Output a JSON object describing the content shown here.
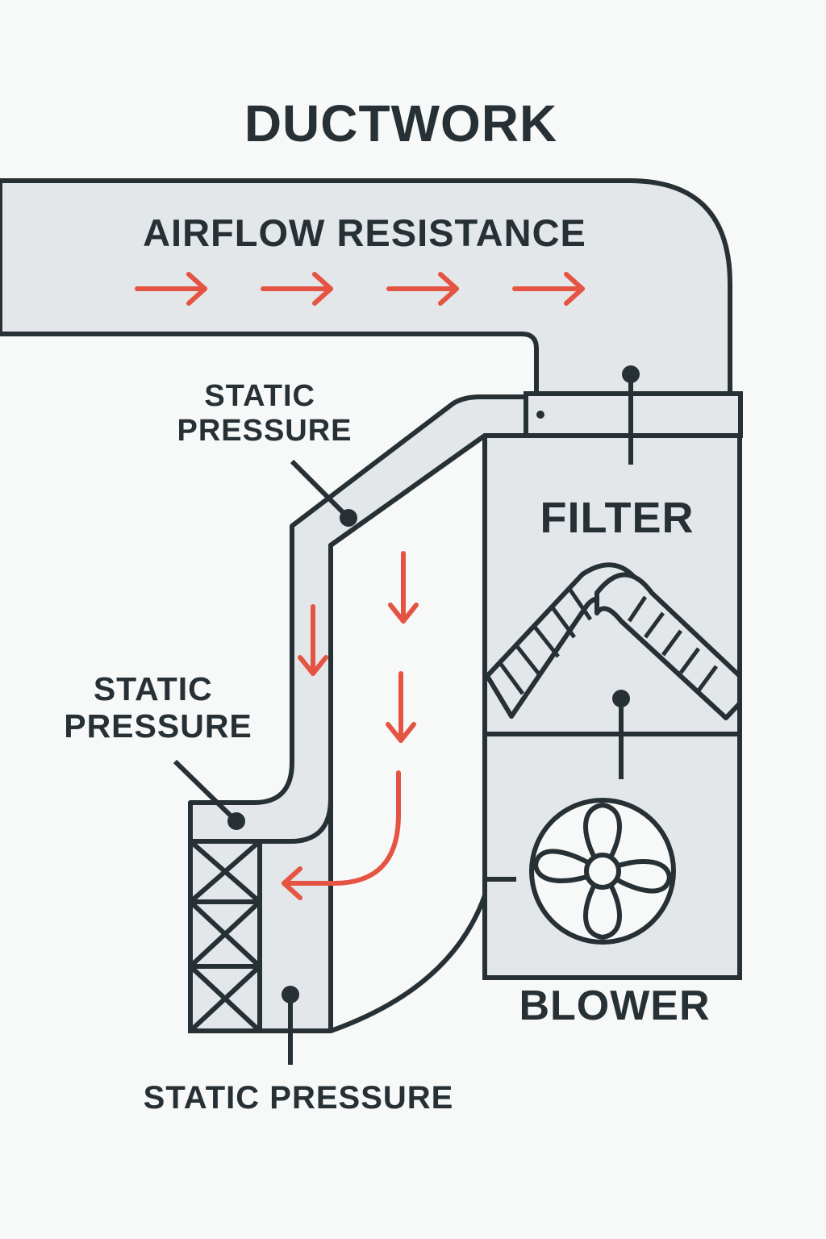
{
  "diagram": {
    "title": "DUCTWORK",
    "duct_label": "AIRFLOW RESISTANCE",
    "filter_label": "FILTER",
    "blower_label": "BLOWER",
    "static_pressure_upper": [
      "STATIC",
      "PRESSURE"
    ],
    "static_pressure_middle": [
      "STATIC",
      "PRESSURE"
    ],
    "static_pressure_bottom": "STATIC PRESSURE"
  },
  "colors": {
    "outline": "#263035",
    "duct_fill": "#e3e7e9",
    "background": "#f7f8f8",
    "arrow": "#e55443"
  },
  "icons": {
    "fan": "fan-icon",
    "arrows": "arrow-icon"
  }
}
